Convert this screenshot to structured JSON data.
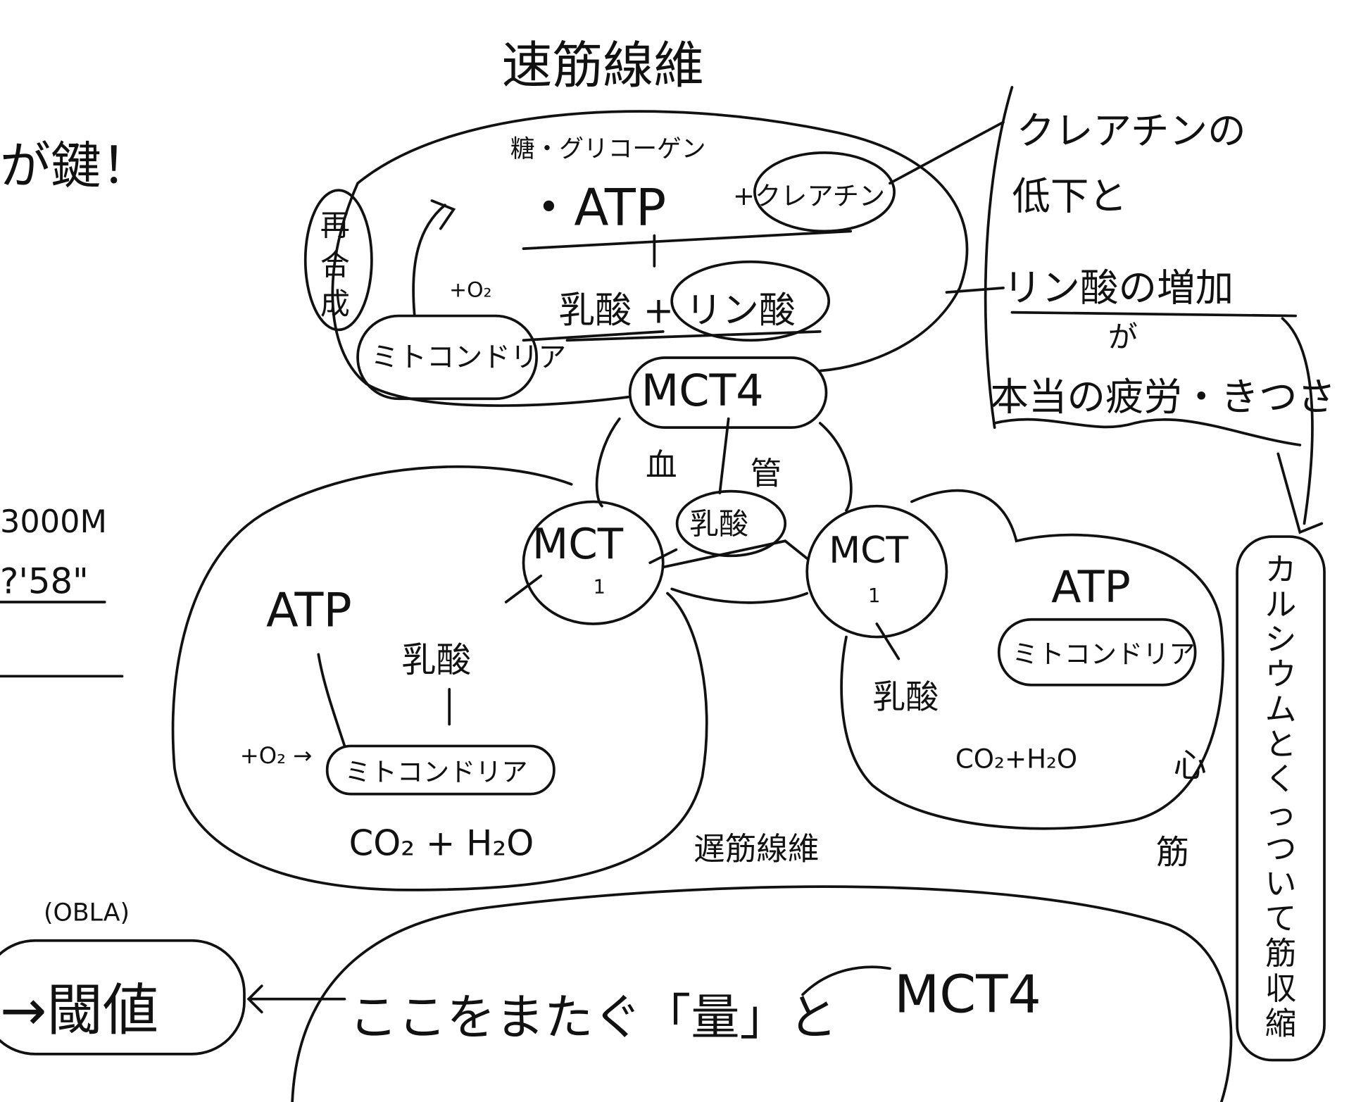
{
  "title": "速筋線維",
  "left_fragment": "が鍵！",
  "left_record": {
    "distance": "3000M",
    "time": "?'58\""
  },
  "fast_fiber": {
    "fuel": "糖・グリコーゲン",
    "atp": "・ATP",
    "creatine": "+クレアチン",
    "resynthesis": [
      "再",
      "合",
      "成"
    ],
    "oxygen": "+O₂",
    "products": "乳酸 + リン酸",
    "mitochondria": "ミトコンドリア",
    "transporter": "MCT4"
  },
  "blood_vessel": {
    "label_left": "血",
    "label_right": "管",
    "lactate": "乳酸"
  },
  "slow_fiber": {
    "transporter": "MCT",
    "transporter_sub": "1",
    "atp": "ATP",
    "lactate": "乳酸",
    "oxygen": "+O₂ →",
    "mitochondria": "ミトコンドリア",
    "output": "CO₂ + H₂O",
    "label": "遅筋線維"
  },
  "heart_muscle": {
    "transporter": "MCT",
    "transporter_sub": "1",
    "atp": "ATP",
    "mitochondria": "ミトコンドリア",
    "lactate": "乳酸",
    "output": "CO₂+H₂O",
    "label": [
      "心",
      "筋"
    ]
  },
  "fatigue_note": {
    "line1": "クレアチンの",
    "line2": "低下と",
    "line3": "リン酸の増加",
    "line4": "が",
    "line5": "本当の疲労・きつさ"
  },
  "calcium_note": [
    "カ",
    "ル",
    "シ",
    "ウ",
    "ム",
    "と",
    "く",
    "っ",
    "つ",
    "い",
    "て",
    "筋",
    "収",
    "縮"
  ],
  "bottom": {
    "obla": "(OBLA)",
    "threshold": "→閾値",
    "text": "ここをまたぐ「量」と",
    "transporter": "MCT4"
  }
}
